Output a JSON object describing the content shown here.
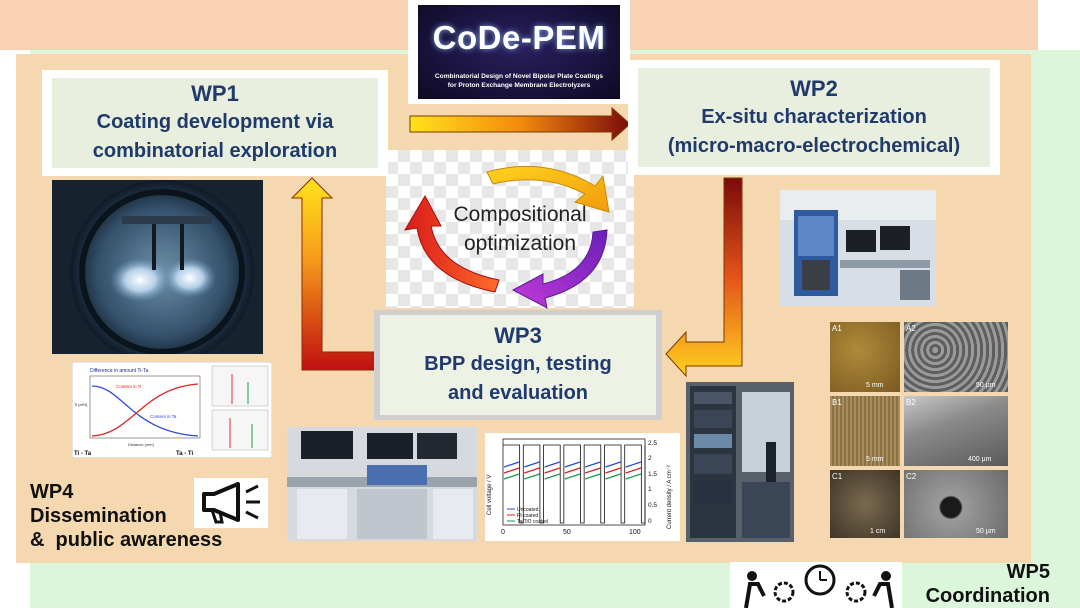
{
  "logo": {
    "title": "CoDe-PEM",
    "subtitle_line1": "Combinatorial Design of Novel Bipolar Plate Coatings",
    "subtitle_line2": "for Proton Exchange Membrane Electrolyzers"
  },
  "wp1": {
    "title": "WP1",
    "line1": "Coating development via",
    "line2": "combinatorial exploration"
  },
  "wp2": {
    "title": "WP2",
    "line1": "Ex-situ characterization",
    "line2": "(micro-macro-electrochemical)"
  },
  "wp3": {
    "title": "WP3",
    "line1": "BPP design, testing",
    "line2": "and evaluation"
  },
  "center": {
    "line1": "Compositional",
    "line2": "optimization"
  },
  "wp4": {
    "title": "WP4",
    "line1": "Dissemination",
    "line2": "&  public awareness"
  },
  "wp5": {
    "title": "WP5",
    "line1": "Coordination"
  },
  "composition_chart": {
    "title": "Difference in amount Ti-Ta",
    "series": [
      "Content in Ti",
      "Content in Ta"
    ],
    "xlabel": "Distance [mm]",
    "ylabel": "Ti [at%]",
    "left_label": "Ti - Ta",
    "right_label": "Ta - Ti"
  },
  "electrochem_chart": {
    "ylabel_left": "Cell voltage / V",
    "ylabel_right": "Current density / A cm⁻²",
    "x_ticks": [
      "0",
      "50",
      "100"
    ],
    "y_right_ticks": [
      "2.5",
      "2",
      "1.5",
      "1",
      "0.5",
      "0"
    ],
    "legend": [
      "Uncoated",
      "Pt coated",
      "Ta/TiO coated"
    ]
  },
  "sem": {
    "labels": [
      "A1",
      "A2",
      "B1",
      "B2",
      "C1",
      "C2"
    ],
    "scales": [
      "5 mm",
      "50 µm",
      "5 mm",
      "400 µm",
      "1 cm",
      "50 µm"
    ]
  },
  "colors": {
    "peach": "#f8d2b3",
    "tan": "#f5d7b0",
    "green": "#dcf6dc",
    "box_fill": "#e9efdf",
    "text_blue": "#1f3a6b"
  }
}
